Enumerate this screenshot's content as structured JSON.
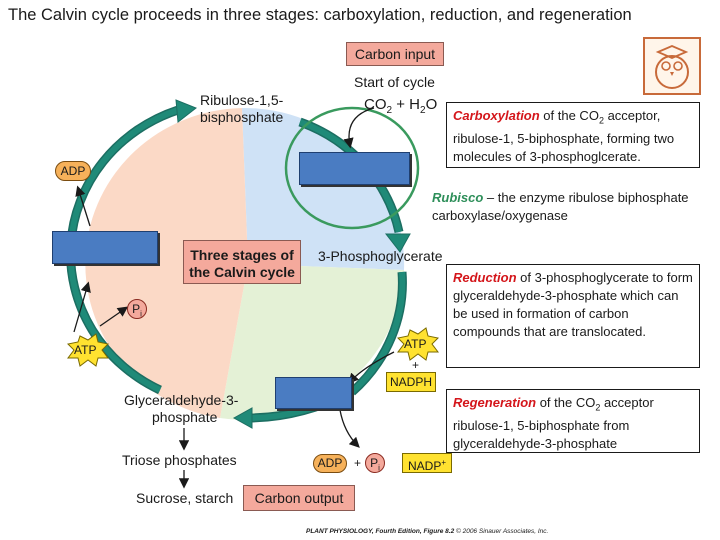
{
  "title": "The Calvin cycle proceeds in three stages: carboxylation, reduction, and regeneration",
  "carbon_input": "Carbon input",
  "start_of_cycle": "Start of cycle",
  "co2_h2o": {
    "co2": "CO",
    "co2_sub": "2",
    "plus": " + H",
    "h2o_sub": "2",
    "o": "O"
  },
  "ribulose": {
    "line1": "Ribulose-1,5-",
    "line2": "bisphosphate"
  },
  "phosphoglycerate": "3-Phosphoglycerate",
  "glyceraldehyde": {
    "line1": "Glyceraldehyde-3-",
    "line2": "phosphate"
  },
  "triose": "Triose phosphates",
  "sucrose": "Sucrose, starch",
  "carbon_output": "Carbon output",
  "center": {
    "line1": "Three stages of",
    "line2": "the Calvin cycle"
  },
  "adp": "ADP",
  "atp": "ATP",
  "pi": {
    "p": "P",
    "sub": "i"
  },
  "plus": "+",
  "nadph": "NADPH",
  "nadp": {
    "text": "NADP",
    "sup": "+"
  },
  "carboxylation": {
    "term": "Carboxylation",
    "t1": " of the CO",
    "sub": "2",
    "t2": " acceptor, ribulose-1, 5-biphosphate, forming two molecules of 3-phosphoglcerate."
  },
  "rubisco": {
    "term": "Rubisco",
    "text": " – the enzyme ribulose biphosphate carboxylase/oxygenase"
  },
  "reduction": {
    "term": "Reduction",
    "text": " of 3-phosphoglycerate to form glyceraldehyde-3-phosphate which can be used in formation of carbon compounds that are translocated."
  },
  "regeneration": {
    "term": "Regeneration",
    "t1": " of the CO",
    "sub": "2",
    "t2": " acceptor ribulose-1, 5-biphosphate from glyceraldehyde-3-phosphate"
  },
  "credit": {
    "bold": "PLANT PHYSIOLOGY, Fourth Edition, Figure 8.2",
    "rest": "  © 2006 Sinauer Associates, Inc."
  },
  "colors": {
    "carboxylation_sector": "#cfe2f6",
    "reduction_sector": "#e4f1d6",
    "regeneration_sector": "#fbd9c6",
    "cycle_arrow": "#1f8a78",
    "rubisco_ellipse": "#3a9a5e",
    "emphasis_red": "#d4161b",
    "emphasis_green": "#2e8f5a"
  }
}
